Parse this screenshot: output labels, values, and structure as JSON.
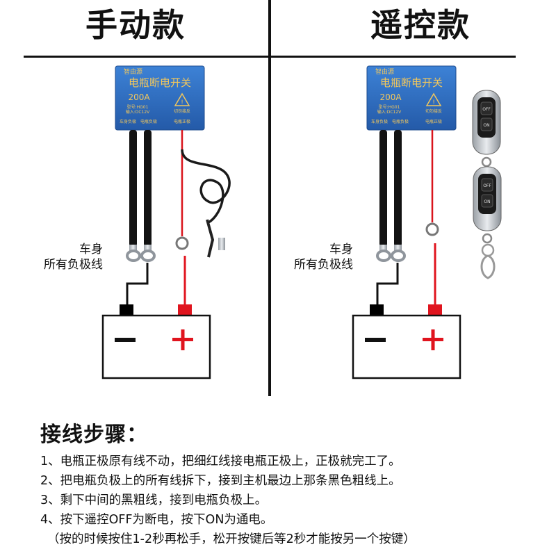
{
  "titles": {
    "left": "手动款",
    "right": "遥控款"
  },
  "module": {
    "brand": "智由源",
    "name": "电瓶断电开关",
    "current": "200A",
    "model": "型号:HG01",
    "input": "输入:DC12V",
    "warning": "切勿接反",
    "term_neg": "车身负极",
    "term_load": "电瓶负极",
    "term_pos": "电瓶正极"
  },
  "negative_wires_label": {
    "line1": "车身",
    "line2": "所有负极线"
  },
  "battery": {
    "minus": "−",
    "plus": "+"
  },
  "remote": {
    "off": "OFF",
    "on": "ON"
  },
  "steps": {
    "heading": "接线步骤：",
    "items": [
      "1、电瓶正极原有线不动，把细红线接电瓶正极上，正极就完工了。",
      "2、把电瓶负极上的所有线拆下，接到主机最边上那条黑色粗线上。",
      "3、剩下中间的黑粗线，接到电瓶负极上。",
      "4、按下遥控OFF为断电，按下ON为通电。"
    ],
    "note": "（按的时候按住1-2秒再松手，松开按键后等2秒才能按另一个按键）"
  },
  "colors": {
    "module_blue": "#2f6fc4",
    "wire_red": "#e0141e",
    "wire_black": "#111111",
    "terminal_red": "#e0141e",
    "terminal_black": "#000000"
  }
}
